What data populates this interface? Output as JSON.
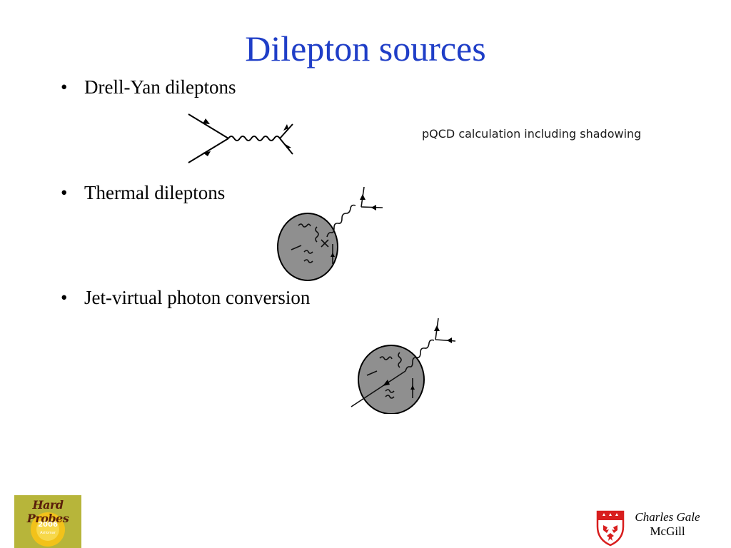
{
  "slide": {
    "title": "Dilepton sources",
    "bullets": [
      "Drell-Yan dileptons",
      "Thermal dileptons",
      "Jet-virtual photon conversion"
    ],
    "note": "pQCD calculation including shadowing",
    "bullet_glyph": "•"
  },
  "footer": {
    "logo": {
      "text": "Hard Probes",
      "year": "2006",
      "place": "Asilomar"
    },
    "author": "Charles Gale",
    "institution": "McGill"
  },
  "colors": {
    "title": "#1f3ec7",
    "blob_fill": "#8f8f8f",
    "logo_bg": "#b7b53a",
    "crest_red": "#d81e1e"
  },
  "icons": [
    "drell-yan-feynman-diagram-icon",
    "thermal-plasma-diagram-icon",
    "jet-conversion-diagram-icon",
    "mcgill-crest-icon",
    "hard-probes-logo-icon"
  ]
}
